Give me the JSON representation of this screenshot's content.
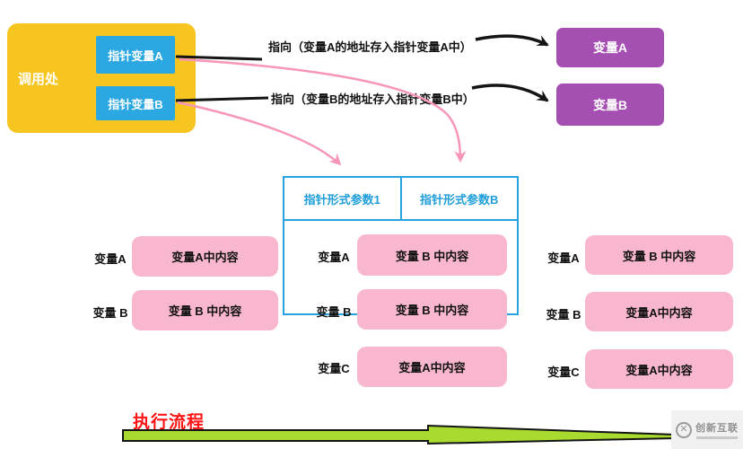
{
  "caller": {
    "label": "调用处",
    "pointer_boxes": [
      {
        "label": "指针变量A"
      },
      {
        "label": "指针变量B"
      }
    ]
  },
  "annotations": {
    "point_a": "指向（变量A的地址存入指针变量A中）",
    "point_b": "指向（变量B的地址存入指针变量B中）"
  },
  "targets": {
    "var_a": "变量A",
    "var_b": "变量B"
  },
  "param_table": {
    "headers": [
      "指针形式参数1",
      "指针形式参数B"
    ]
  },
  "columns": {
    "left": {
      "rows": [
        {
          "label": "变量A",
          "content": "变量A中内容"
        },
        {
          "label": "变量 B",
          "content": "变量 B 中内容"
        }
      ]
    },
    "middle": {
      "rows": [
        {
          "label": "变量A",
          "content": "变量 B 中内容"
        },
        {
          "label": "变量 B",
          "content": "变量 B 中内容"
        },
        {
          "label": "变量C",
          "content": "变量A中内容"
        }
      ]
    },
    "right": {
      "rows": [
        {
          "label": "变量A",
          "content": "变量 B 中内容"
        },
        {
          "label": "变量 B",
          "content": "变量A中内容"
        },
        {
          "label": "变量C",
          "content": "变量A中内容"
        }
      ]
    }
  },
  "footer": {
    "flow_label": "执行流程"
  },
  "watermark": {
    "brand": "创新互联",
    "logo_glyph": "✕"
  },
  "colors": {
    "caller_yellow": "#F7C51F",
    "pointer_blue": "#2BA8E2",
    "target_purple": "#A64FB3",
    "memory_pink": "#F8B7CE",
    "arrow_pink": "#F795BA",
    "table_blue": "#29A3DF",
    "flow_green": "#A8DA2F",
    "flow_red": "#FF1414",
    "arrow_black": "#141414"
  }
}
